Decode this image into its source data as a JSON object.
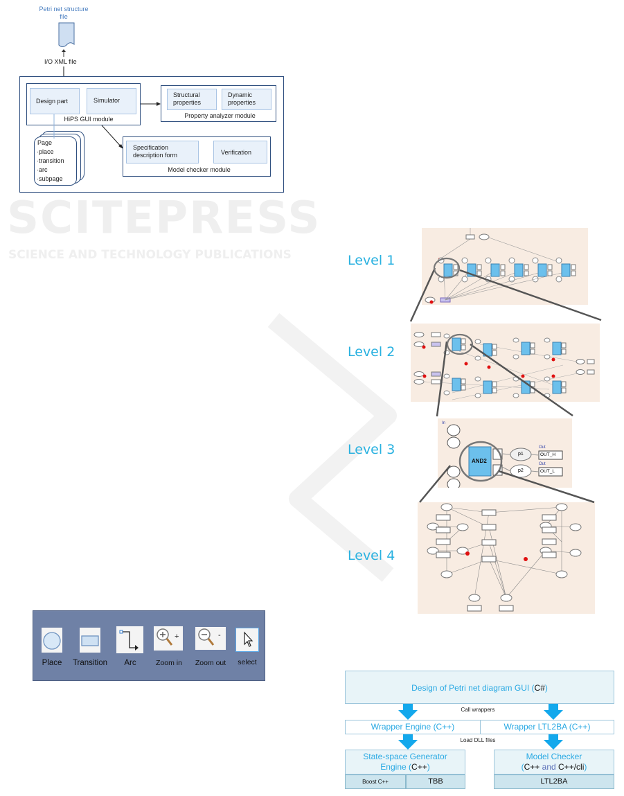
{
  "watermark": {
    "main": "SCITEPRESS",
    "sub": "SCIENCE AND TECHNOLOGY PUBLICATIONS"
  },
  "figure_architecture": {
    "file_label": "Petri net structure file",
    "io_label": "I/O XML file",
    "gui_module": {
      "title": "HiPS GUI module",
      "design_part": "Design part",
      "simulator": "Simulator"
    },
    "page_card": {
      "title": "Page",
      "items": [
        "place",
        "transition",
        "arc",
        "subpage"
      ]
    },
    "property_module": {
      "title": "Property analyzer module",
      "structural": "Structural properties",
      "dynamic": "Dynamic properties"
    },
    "checker_module": {
      "title": "Model checker module",
      "spec": "Specification description form",
      "verification": "Verification"
    }
  },
  "toolbar": {
    "tools": [
      {
        "label": "Place",
        "icon": "circle-place-icon"
      },
      {
        "label": "Transition",
        "icon": "rectangle-transition-icon"
      },
      {
        "label": "Arc",
        "icon": "arc-arrow-icon"
      },
      {
        "label": "Zoom in",
        "icon": "zoom-in-icon"
      },
      {
        "label": "Zoom out",
        "icon": "zoom-out-icon"
      },
      {
        "label": "select",
        "icon": "cursor-arrow-icon"
      }
    ],
    "zoom_in_sign": "+",
    "zoom_out_sign": "-",
    "colors": {
      "background": "#6f81a6",
      "icon_bg": "#f4f4f4",
      "select_border": "#5aa8e8"
    }
  },
  "hierarchy": {
    "levels": [
      {
        "label": "Level 1"
      },
      {
        "label": "Level 2"
      },
      {
        "label": "Level 3"
      },
      {
        "label": "Level 4"
      }
    ],
    "level3": {
      "block": "AND2",
      "places": [
        "p1",
        "p2"
      ],
      "outputs": [
        "OUT_H",
        "OUT_L"
      ],
      "out_tag": "Out",
      "in_tag": "In"
    },
    "colors": {
      "level_text": "#29b1e0",
      "canvas": "#f8ece2",
      "block": "#6cc0ec",
      "token": "#e01010"
    }
  },
  "software_stack": {
    "gui": {
      "text": "Design of Petri net diagram GUI (",
      "lang": "C#",
      "close": ")"
    },
    "call_label": "Call wrappers",
    "wrapper_engine": "Wrapper Engine (C++)",
    "wrapper_ltl": "Wrapper LTL2BA (C++)",
    "load_label": "Load DLL files",
    "generator": {
      "line1": "State-space Generator",
      "line2a": "Engine (",
      "lang": "C++",
      "close": ")"
    },
    "checker": {
      "line1": "Model Checker",
      "open": "(",
      "lang1": "C++",
      "and": " and ",
      "lang2": "C++/cli",
      "close": ")"
    },
    "libs": {
      "boost": "Boost C++",
      "tbb": "TBB",
      "ltl2ba": "LTL2BA"
    },
    "colors": {
      "arrow": "#13a8ec",
      "text": "#29a9e3"
    }
  }
}
